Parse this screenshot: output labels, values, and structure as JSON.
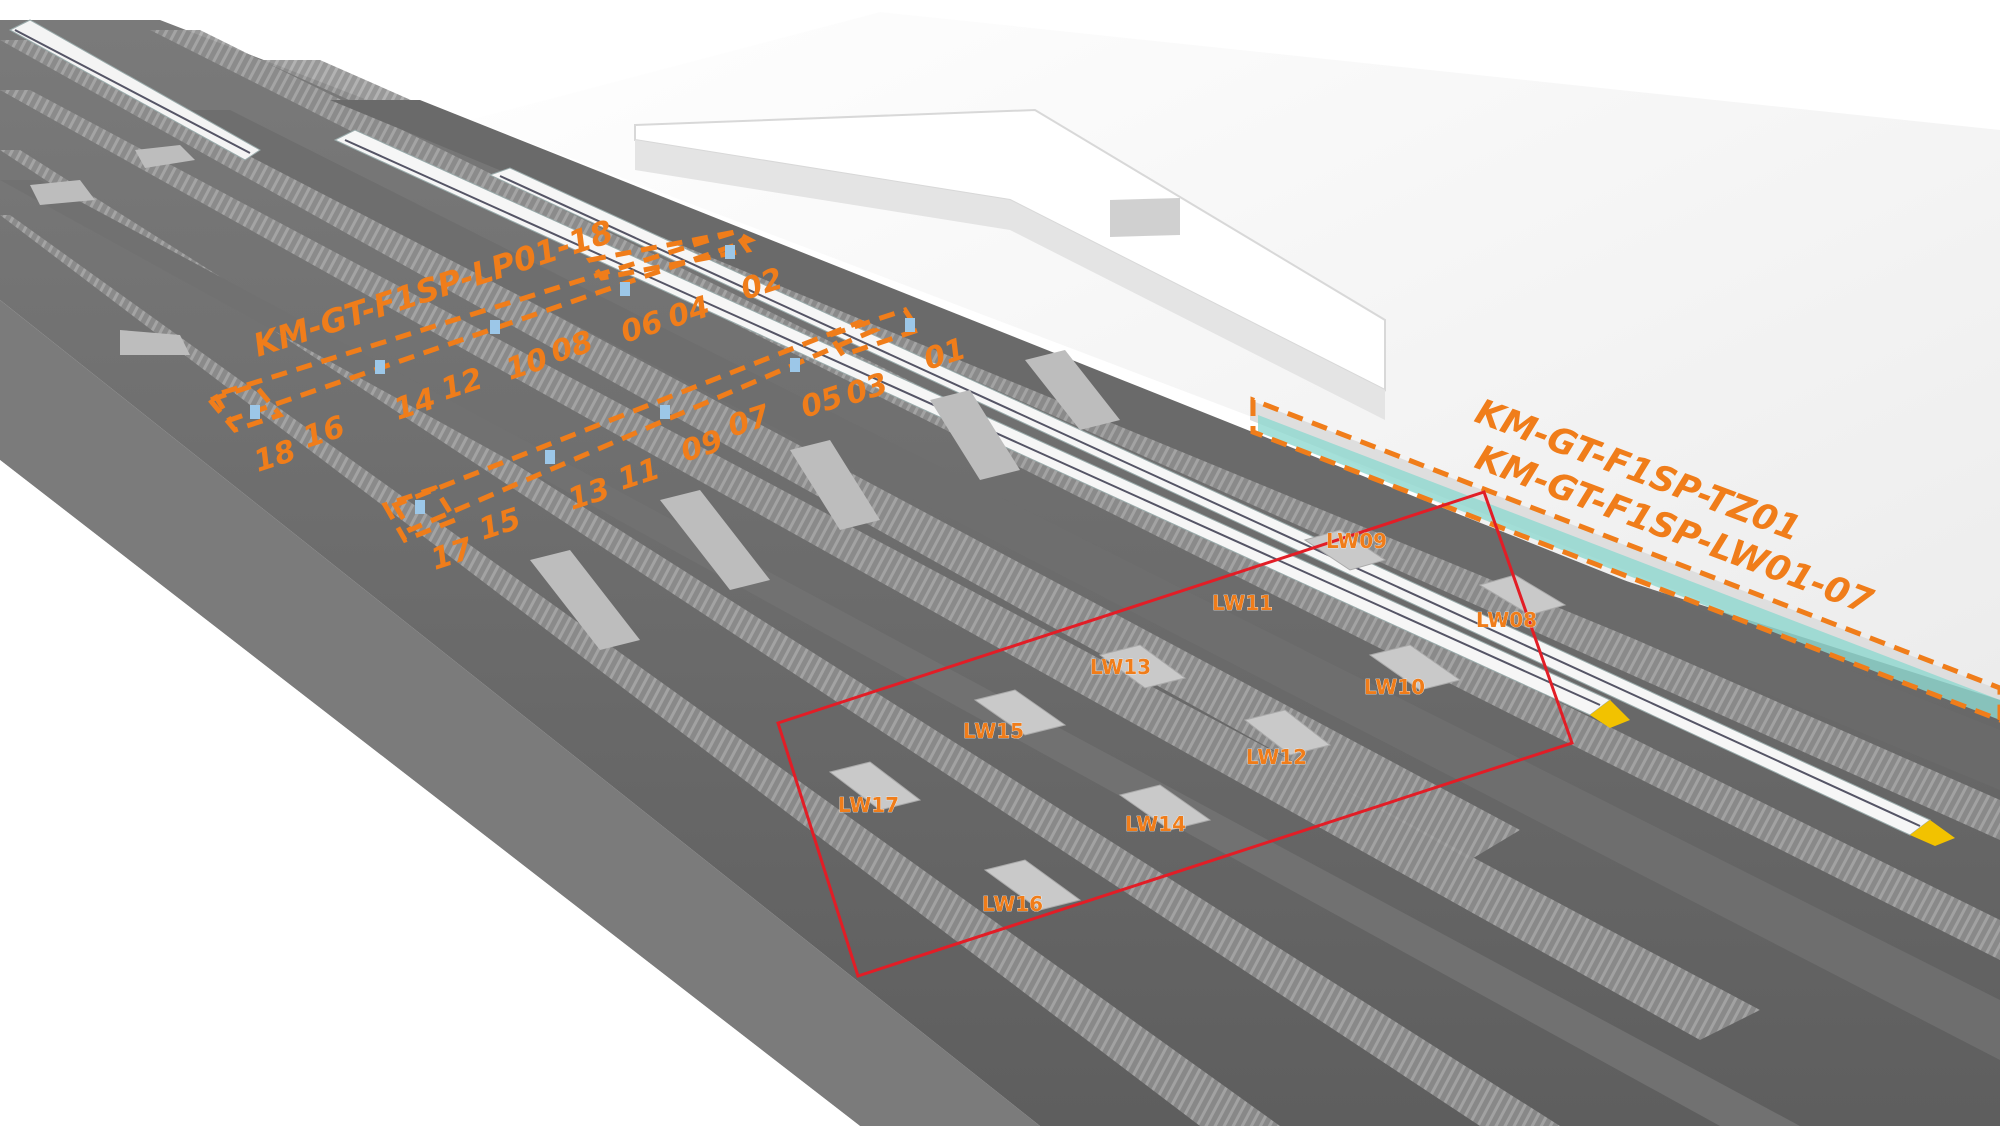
{
  "group_labels": {
    "lp": "KM-GT-F1SP-LP01-18",
    "tz": "KM-GT-F1SP-TZ01",
    "lw": "KM-GT-F1SP-LW01-07"
  },
  "pillar_numbers": [
    "01",
    "02",
    "03",
    "04",
    "05",
    "06",
    "07",
    "08",
    "09",
    "10",
    "11",
    "12",
    "13",
    "14",
    "15",
    "16",
    "17",
    "18"
  ],
  "lw_labels": [
    "LW08",
    "LW09",
    "LW10",
    "LW11",
    "LW12",
    "LW13",
    "LW14",
    "LW15",
    "LW16",
    "LW17"
  ],
  "colors": {
    "label_orange": "#f07d1a",
    "highlight_red": "#e21d26",
    "platform": "#6d6d6d",
    "track_bed": "#8a8a8a",
    "roof": "#f2f2f2",
    "glass_fence": "#8fd8d0"
  }
}
